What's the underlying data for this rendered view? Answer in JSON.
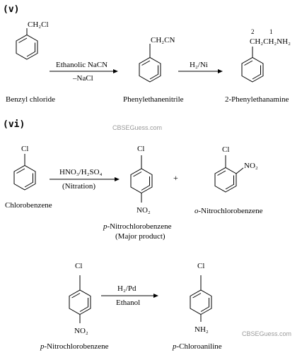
{
  "sections": {
    "v": "(v)",
    "vi": "(vi)"
  },
  "reaction_v": {
    "benzyl_substituent": "CH₂Cl",
    "reagent_top": "Ethanolic NaCN",
    "reagent_bottom": "–NaCl",
    "nitrile_substituent": "CH₂CN",
    "reduction_reagent": "H₂/Ni",
    "amine_substituent": "CH₂CH₂NH₂",
    "amine_locant_2": "2",
    "amine_locant_1": "1",
    "name_benzyl_chloride": "Benzyl chloride",
    "name_nitrile": "Phenylethanenitrile",
    "name_amine": "2-Phenylethanamine"
  },
  "reaction_vi": {
    "chloro": "Cl",
    "nitro": "NO₂",
    "reagent_top": "HNO₃/H₂SO₄",
    "reagent_bottom": "(Nitration)",
    "plus": "+",
    "name_chlorobenzene": "Chlorobenzene",
    "name_para_prefix": "p",
    "name_para_rest": "-Nitrochlorobenzene",
    "name_major": "(Major product)",
    "name_ortho_prefix": "o",
    "name_ortho_rest": "-Nitrochlorobenzene"
  },
  "reaction_vii": {
    "chloro": "Cl",
    "nitro": "NO₂",
    "amine": "NH₂",
    "reagent_top": "H₂/Pd",
    "reagent_bottom": "Ethanol",
    "name_start_prefix": "p",
    "name_start_rest": "-Nitrochlorobenzene",
    "name_product_prefix": "p",
    "name_product_rest": "-Chloroaniline"
  },
  "watermarks": {
    "middle": "CBSEGuess.com",
    "bottom": "CBSEGuess.com"
  }
}
